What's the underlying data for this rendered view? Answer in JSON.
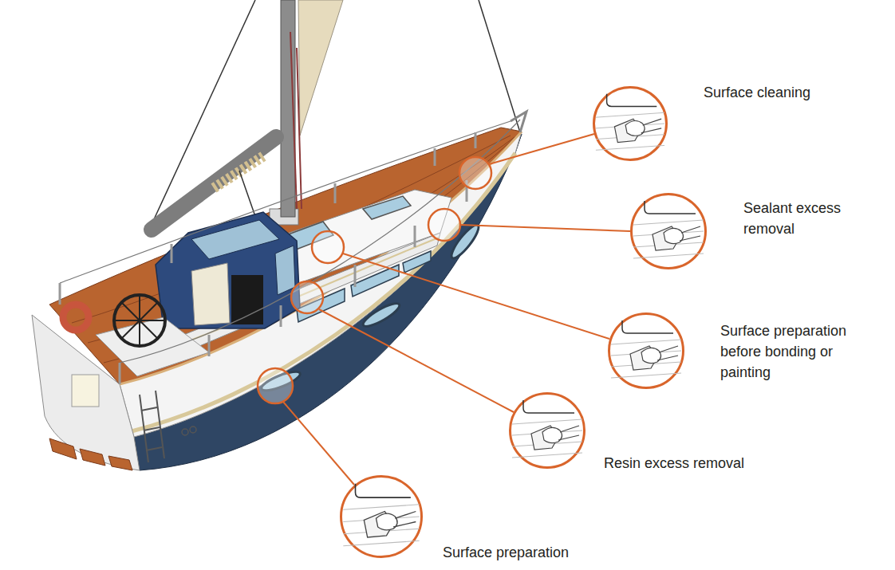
{
  "diagram": {
    "nodes": [
      {
        "text": [
          "Surface cleaning"
        ]
      },
      {
        "text": [
          "Sealant excess removal"
        ]
      },
      {
        "text": [
          "Surface preparation before bonding or painting"
        ]
      },
      {
        "text": [
          "Resin excess removal"
        ]
      },
      {
        "text": [
          "Surface preparation"
        ]
      }
    ]
  }
}
